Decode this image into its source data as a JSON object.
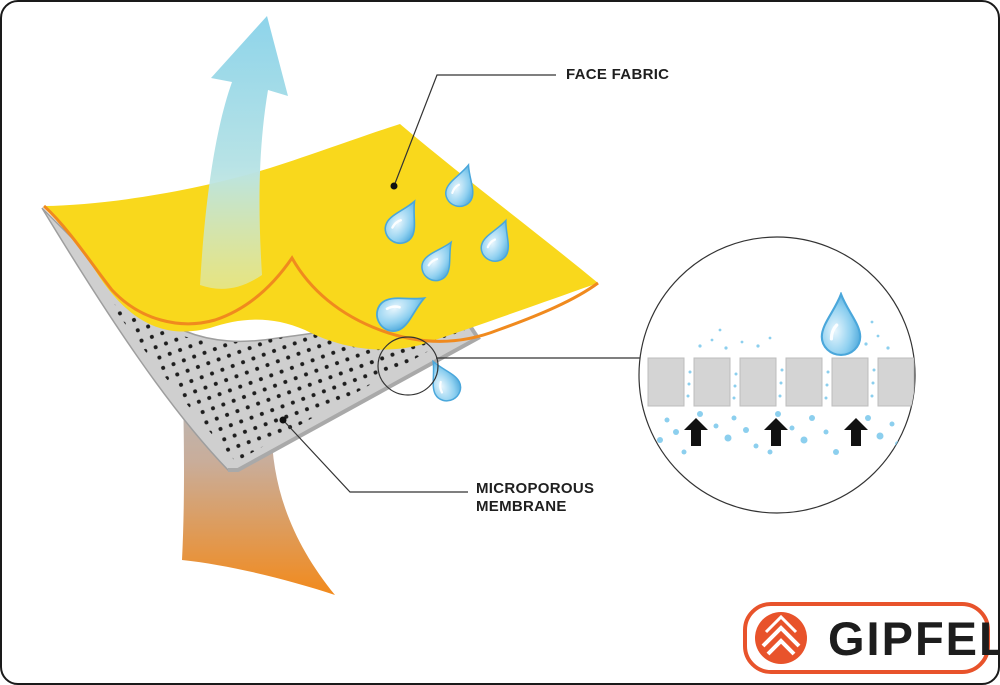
{
  "labels": {
    "face_fabric": "FACE FABRIC",
    "membrane_line1": "MICROPOROUS",
    "membrane_line2": "MEMBRANE"
  },
  "brand": {
    "name": "GIPFEL",
    "accent": "#e8532b"
  },
  "colors": {
    "face_fabric": "#f9d81c",
    "fabric_edge": "#f08a1e",
    "membrane": "#c9c9c9",
    "water_drop": "#5fb7e5",
    "vapor_arrow_top": "#8ed4ea",
    "heat_arrow_bottom": "#f28a1c",
    "pore_block": "#d4d4d4"
  },
  "icons": {
    "vapor_arrow": "up-arrow-icon",
    "heat_arrow": "warm-flow-arrow-icon",
    "water_drop": "water-drop-icon",
    "pressure_arrow": "up-arrow-icon",
    "logo": "mountain-logo-icon"
  }
}
